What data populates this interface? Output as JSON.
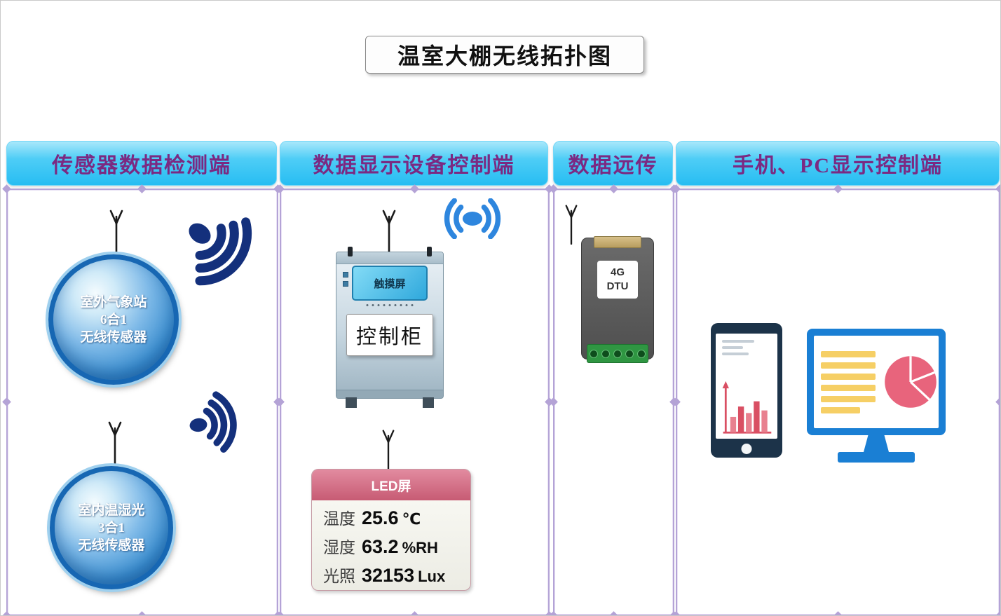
{
  "title": "温室大棚无线拓扑图",
  "columns": [
    {
      "header": "传感器数据检测端"
    },
    {
      "header": "数据显示设备控制端"
    },
    {
      "header": "数据远传"
    },
    {
      "header": "手机、PC显示控制端"
    }
  ],
  "sensors": [
    {
      "lines": [
        "室外气象站",
        "6合1",
        "无线传感器"
      ]
    },
    {
      "lines": [
        "室内温湿光",
        "3合1",
        "无线传感器"
      ]
    }
  ],
  "cabinet": {
    "screen": "触摸屏",
    "label": "控制柜"
  },
  "led": {
    "title": "LED屏",
    "rows": [
      {
        "label": "温度",
        "value": "25.6",
        "unit": "℃"
      },
      {
        "label": "湿度",
        "value": "63.2",
        "unit": "%RH"
      },
      {
        "label": "光照",
        "value": "32153",
        "unit": "Lux"
      }
    ]
  },
  "dtu": {
    "line1": "4G",
    "line2": "DTU"
  },
  "icons": {
    "antenna": "antenna-icon",
    "wifi_signal": "wifi-signal-icon",
    "wireless_broadcast": "wireless-broadcast-icon",
    "phone": "smartphone-icon",
    "monitor": "desktop-monitor-icon",
    "bar_chart": "bar-chart-icon",
    "pie_chart": "pie-chart-icon"
  },
  "colors": {
    "header_bg": "#34c3f2",
    "header_text": "#7b2982",
    "panel_border": "#b4a3d6",
    "wifi_dark": "#14307c",
    "wifi_light": "#2e86de",
    "sensor_blue": "#1767b3",
    "led_header": "#c75b74",
    "dtu_body": "#5f5f5f",
    "dtu_connector_green": "#2f9642",
    "phone_navy": "#1c3349",
    "monitor_blue": "#1a7fd4",
    "pie_pink": "#e8647c",
    "doc_line_yellow": "#f6cf65"
  }
}
